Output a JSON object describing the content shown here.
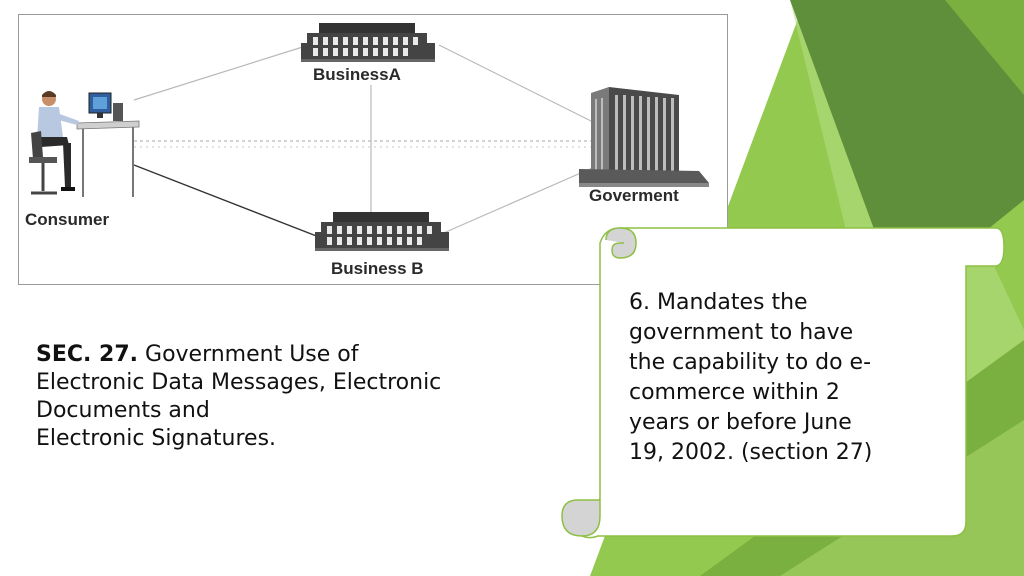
{
  "diagram": {
    "nodes": {
      "business_a": "BusinessA",
      "consumer": "Consumer",
      "government": "Goverment",
      "business_b": "Business B"
    }
  },
  "section": {
    "heading": "SEC. 27.",
    "lines": [
      "Government Use of",
      "Electronic Data Messages, Electronic",
      "Documents and",
      "Electronic Signatures."
    ]
  },
  "callout": {
    "lines": [
      "6. Mandates the",
      "government to have",
      "the capability to do e-",
      "commerce within 2",
      "years or before June",
      "19, 2002. (section 27)"
    ]
  },
  "colors": {
    "accent_dark": "#5f8f3a",
    "accent_mid": "#7ab040",
    "accent_light": "#92c94e",
    "accent_pale": "#b7dd86",
    "scroll_border": "#8dc044",
    "scroll_curl": "#d4d4d4"
  },
  "icons": {
    "consumer": "person-at-computer-icon",
    "business": "building-icon",
    "government": "office-tower-icon"
  }
}
